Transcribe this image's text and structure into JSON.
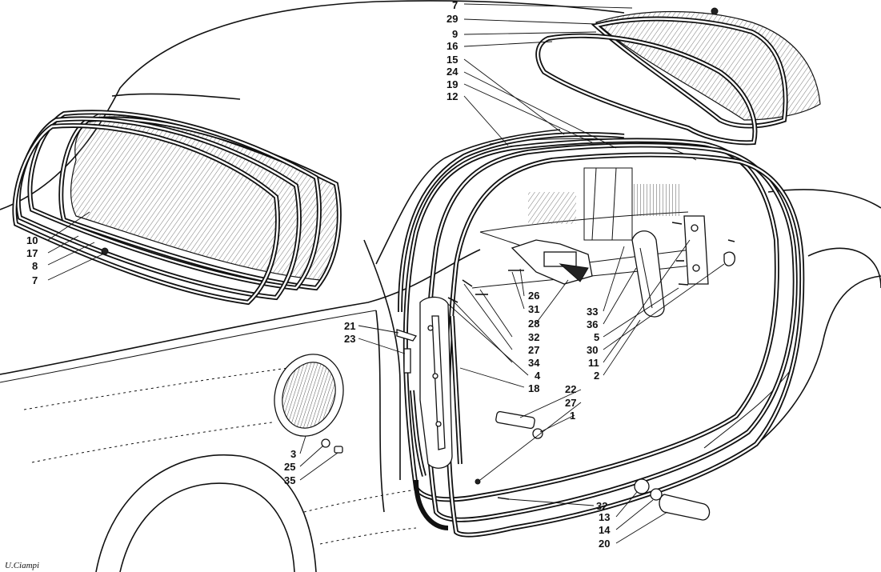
{
  "diagram": {
    "signature": "U.Ciampi",
    "callouts": [
      {
        "id": "c7a",
        "text": "7"
      },
      {
        "id": "c29",
        "text": "29"
      },
      {
        "id": "c9",
        "text": "9"
      },
      {
        "id": "c16",
        "text": "16"
      },
      {
        "id": "c15",
        "text": "15"
      },
      {
        "id": "c24",
        "text": "24"
      },
      {
        "id": "c19",
        "text": "19"
      },
      {
        "id": "c12",
        "text": "12"
      },
      {
        "id": "c10",
        "text": "10"
      },
      {
        "id": "c17",
        "text": "17"
      },
      {
        "id": "c8",
        "text": "8"
      },
      {
        "id": "c7b",
        "text": "7"
      },
      {
        "id": "c26",
        "text": "26"
      },
      {
        "id": "c31",
        "text": "31"
      },
      {
        "id": "c28",
        "text": "28"
      },
      {
        "id": "c32a",
        "text": "32"
      },
      {
        "id": "c27a",
        "text": "27"
      },
      {
        "id": "c34",
        "text": "34"
      },
      {
        "id": "c4",
        "text": "4"
      },
      {
        "id": "c33",
        "text": "33"
      },
      {
        "id": "c36",
        "text": "36"
      },
      {
        "id": "c5",
        "text": "5"
      },
      {
        "id": "c30",
        "text": "30"
      },
      {
        "id": "c11",
        "text": "11"
      },
      {
        "id": "c2",
        "text": "2"
      },
      {
        "id": "c21",
        "text": "21"
      },
      {
        "id": "c23",
        "text": "23"
      },
      {
        "id": "c18",
        "text": "18"
      },
      {
        "id": "c22",
        "text": "22"
      },
      {
        "id": "c27b",
        "text": "27"
      },
      {
        "id": "c1",
        "text": "1"
      },
      {
        "id": "c3",
        "text": "3"
      },
      {
        "id": "c25",
        "text": "25"
      },
      {
        "id": "c35",
        "text": "35"
      },
      {
        "id": "c32b",
        "text": "32"
      },
      {
        "id": "c13",
        "text": "13"
      },
      {
        "id": "c14",
        "text": "14"
      },
      {
        "id": "c20",
        "text": "20"
      }
    ]
  }
}
